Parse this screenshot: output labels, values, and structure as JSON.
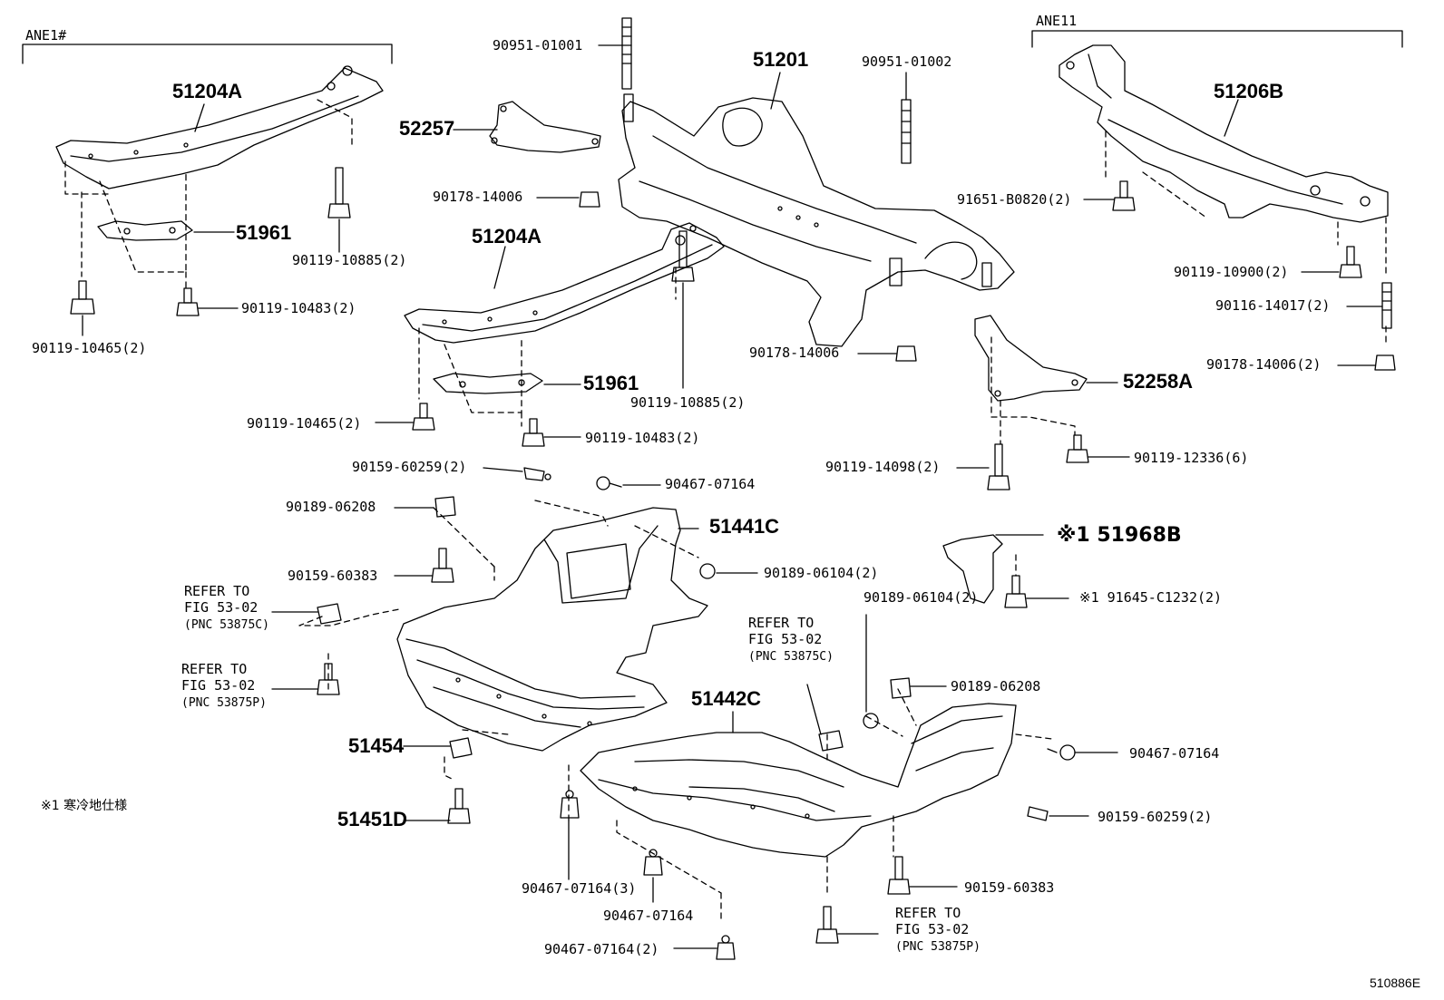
{
  "variants": {
    "left": "ANE1#",
    "right": "ANE11"
  },
  "footnote": "※1 寒冷地仕様",
  "figure_code": "510886E",
  "refer": {
    "line1": "REFER TO",
    "line2": "FIG 53-02",
    "pnc_c": "(PNC 53875C)",
    "pnc_p": "(PNC 53875P)"
  },
  "parts": {
    "p_51204A_top": "51204A",
    "p_51961_top": "51961",
    "p_90119_10885_top": "90119-10885(2)",
    "p_90119_10483_top": "90119-10483(2)",
    "p_90119_10465_top": "90119-10465(2)",
    "p_90951_01001": "90951-01001",
    "p_51201": "51201",
    "p_90951_01002": "90951-01002",
    "p_52257": "52257",
    "p_90178_14006_a": "90178-14006",
    "p_51204A_mid": "51204A",
    "p_51961_mid": "51961",
    "p_90119_10885_mid": "90119-10885(2)",
    "p_90119_10465_mid": "90119-10465(2)",
    "p_90119_10483_mid": "90119-10483(2)",
    "p_90178_14006_b": "90178-14006",
    "p_51206B": "51206B",
    "p_91651_B0820": "91651-B0820(2)",
    "p_90119_10900": "90119-10900(2)",
    "p_90116_14017": "90116-14017(2)",
    "p_90178_14006_c": "90178-14006(2)",
    "p_52258A": "52258A",
    "p_90119_14098": "90119-14098(2)",
    "p_90119_12336": "90119-12336(6)",
    "p_90159_60259_a": "90159-60259(2)",
    "p_90467_07164_a": "90467-07164",
    "p_90189_06208_a": "90189-06208",
    "p_51441C": "51441C",
    "p_90189_06104_a": "90189-06104(2)",
    "p_90159_60383_a": "90159-60383",
    "p_51968B": "※1 51968B",
    "p_91645_C1232": "※1 91645-C1232(2)",
    "p_90189_06104_b": "90189-06104(2)",
    "p_51442C": "51442C",
    "p_90189_06208_b": "90189-06208",
    "p_51454": "51454",
    "p_90467_07164_b": "90467-07164",
    "p_90159_60259_b": "90159-60259(2)",
    "p_51451D": "51451D",
    "p_90467_07164_3": "90467-07164(3)",
    "p_90467_07164_c": "90467-07164",
    "p_90159_60383_b": "90159-60383",
    "p_90467_07164_2": "90467-07164(2)"
  }
}
